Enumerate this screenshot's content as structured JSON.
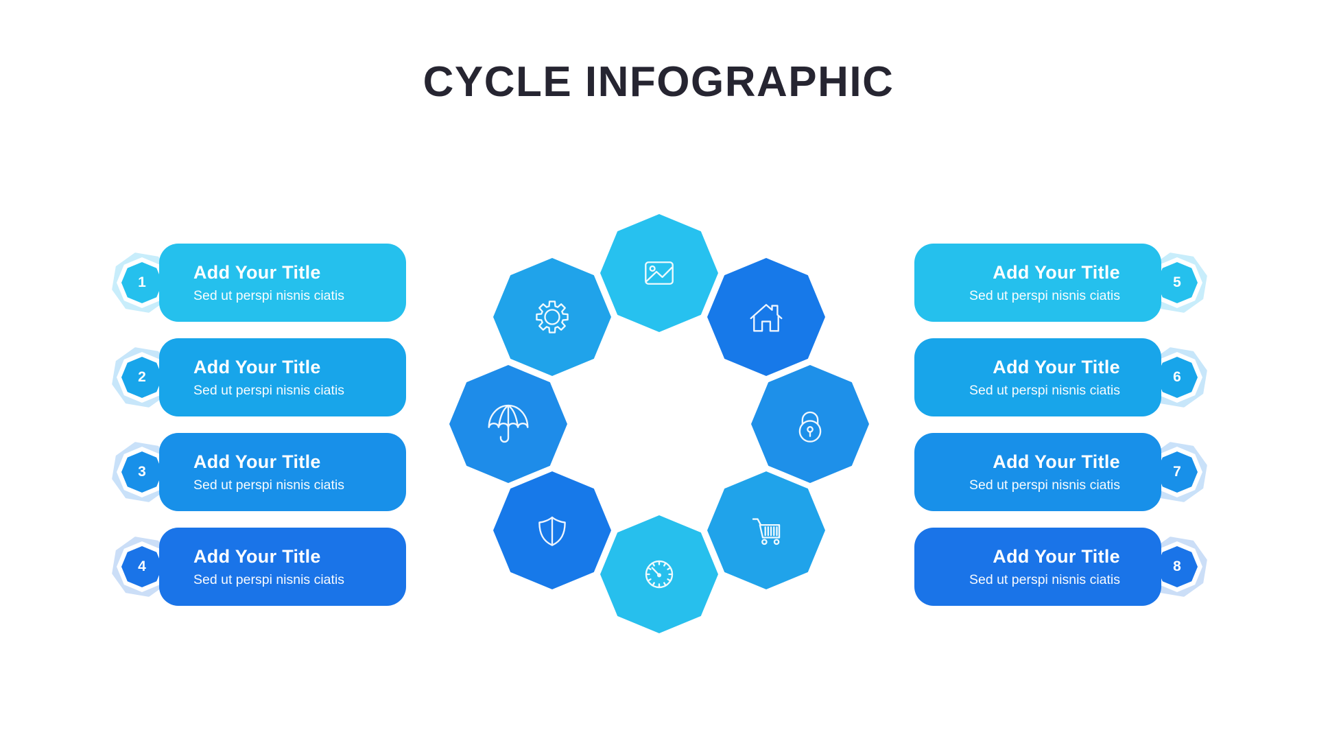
{
  "slide": {
    "title": "CYCLE INFOGRAPHIC",
    "title_color": "#262531",
    "background": "#ffffff"
  },
  "cards": [
    {
      "number": "1",
      "side": "left",
      "title": "Add Your Title",
      "subtitle": "Sed ut perspi nisnis ciatis",
      "color": "#25c0ed",
      "ring_color": "#c8edfb"
    },
    {
      "number": "2",
      "side": "left",
      "title": "Add Your Title",
      "subtitle": "Sed ut perspi nisnis ciatis",
      "color": "#18a5ea",
      "ring_color": "#c7e6fa"
    },
    {
      "number": "3",
      "side": "left",
      "title": "Add Your Title",
      "subtitle": "Sed ut perspi nisnis ciatis",
      "color": "#1890e9",
      "ring_color": "#c9e1f9"
    },
    {
      "number": "4",
      "side": "left",
      "title": "Add Your Title",
      "subtitle": "Sed ut perspi nisnis ciatis",
      "color": "#1a74e8",
      "ring_color": "#cbdef7"
    },
    {
      "number": "5",
      "side": "right",
      "title": "Add Your Title",
      "subtitle": "Sed ut perspi nisnis ciatis",
      "color": "#25c0ed",
      "ring_color": "#c8edfb"
    },
    {
      "number": "6",
      "side": "right",
      "title": "Add Your Title",
      "subtitle": "Sed ut perspi nisnis ciatis",
      "color": "#18a5ea",
      "ring_color": "#c7e6fa"
    },
    {
      "number": "7",
      "side": "right",
      "title": "Add Your Title",
      "subtitle": "Sed ut perspi nisnis ciatis",
      "color": "#1890e9",
      "ring_color": "#c9e1f9"
    },
    {
      "number": "8",
      "side": "right",
      "title": "Add Your Title",
      "subtitle": "Sed ut perspi nisnis ciatis",
      "color": "#1a74e8",
      "ring_color": "#cbdef7"
    }
  ],
  "ring": {
    "octagons": [
      {
        "position": "top",
        "icon": "image-icon",
        "color": "#27c1ef"
      },
      {
        "position": "top-right",
        "icon": "home-icon",
        "color": "#1779e9"
      },
      {
        "position": "right",
        "icon": "lock-icon",
        "color": "#1e90e9"
      },
      {
        "position": "bottom-right",
        "icon": "cart-icon",
        "color": "#20a3ea"
      },
      {
        "position": "bottom",
        "icon": "gauge-icon",
        "color": "#27bfed"
      },
      {
        "position": "bottom-left",
        "icon": "shield-icon",
        "color": "#1779e9"
      },
      {
        "position": "left",
        "icon": "umbrella-icon",
        "color": "#1e8ce9"
      },
      {
        "position": "top-left",
        "icon": "gear-icon",
        "color": "#20a3ea"
      }
    ]
  }
}
